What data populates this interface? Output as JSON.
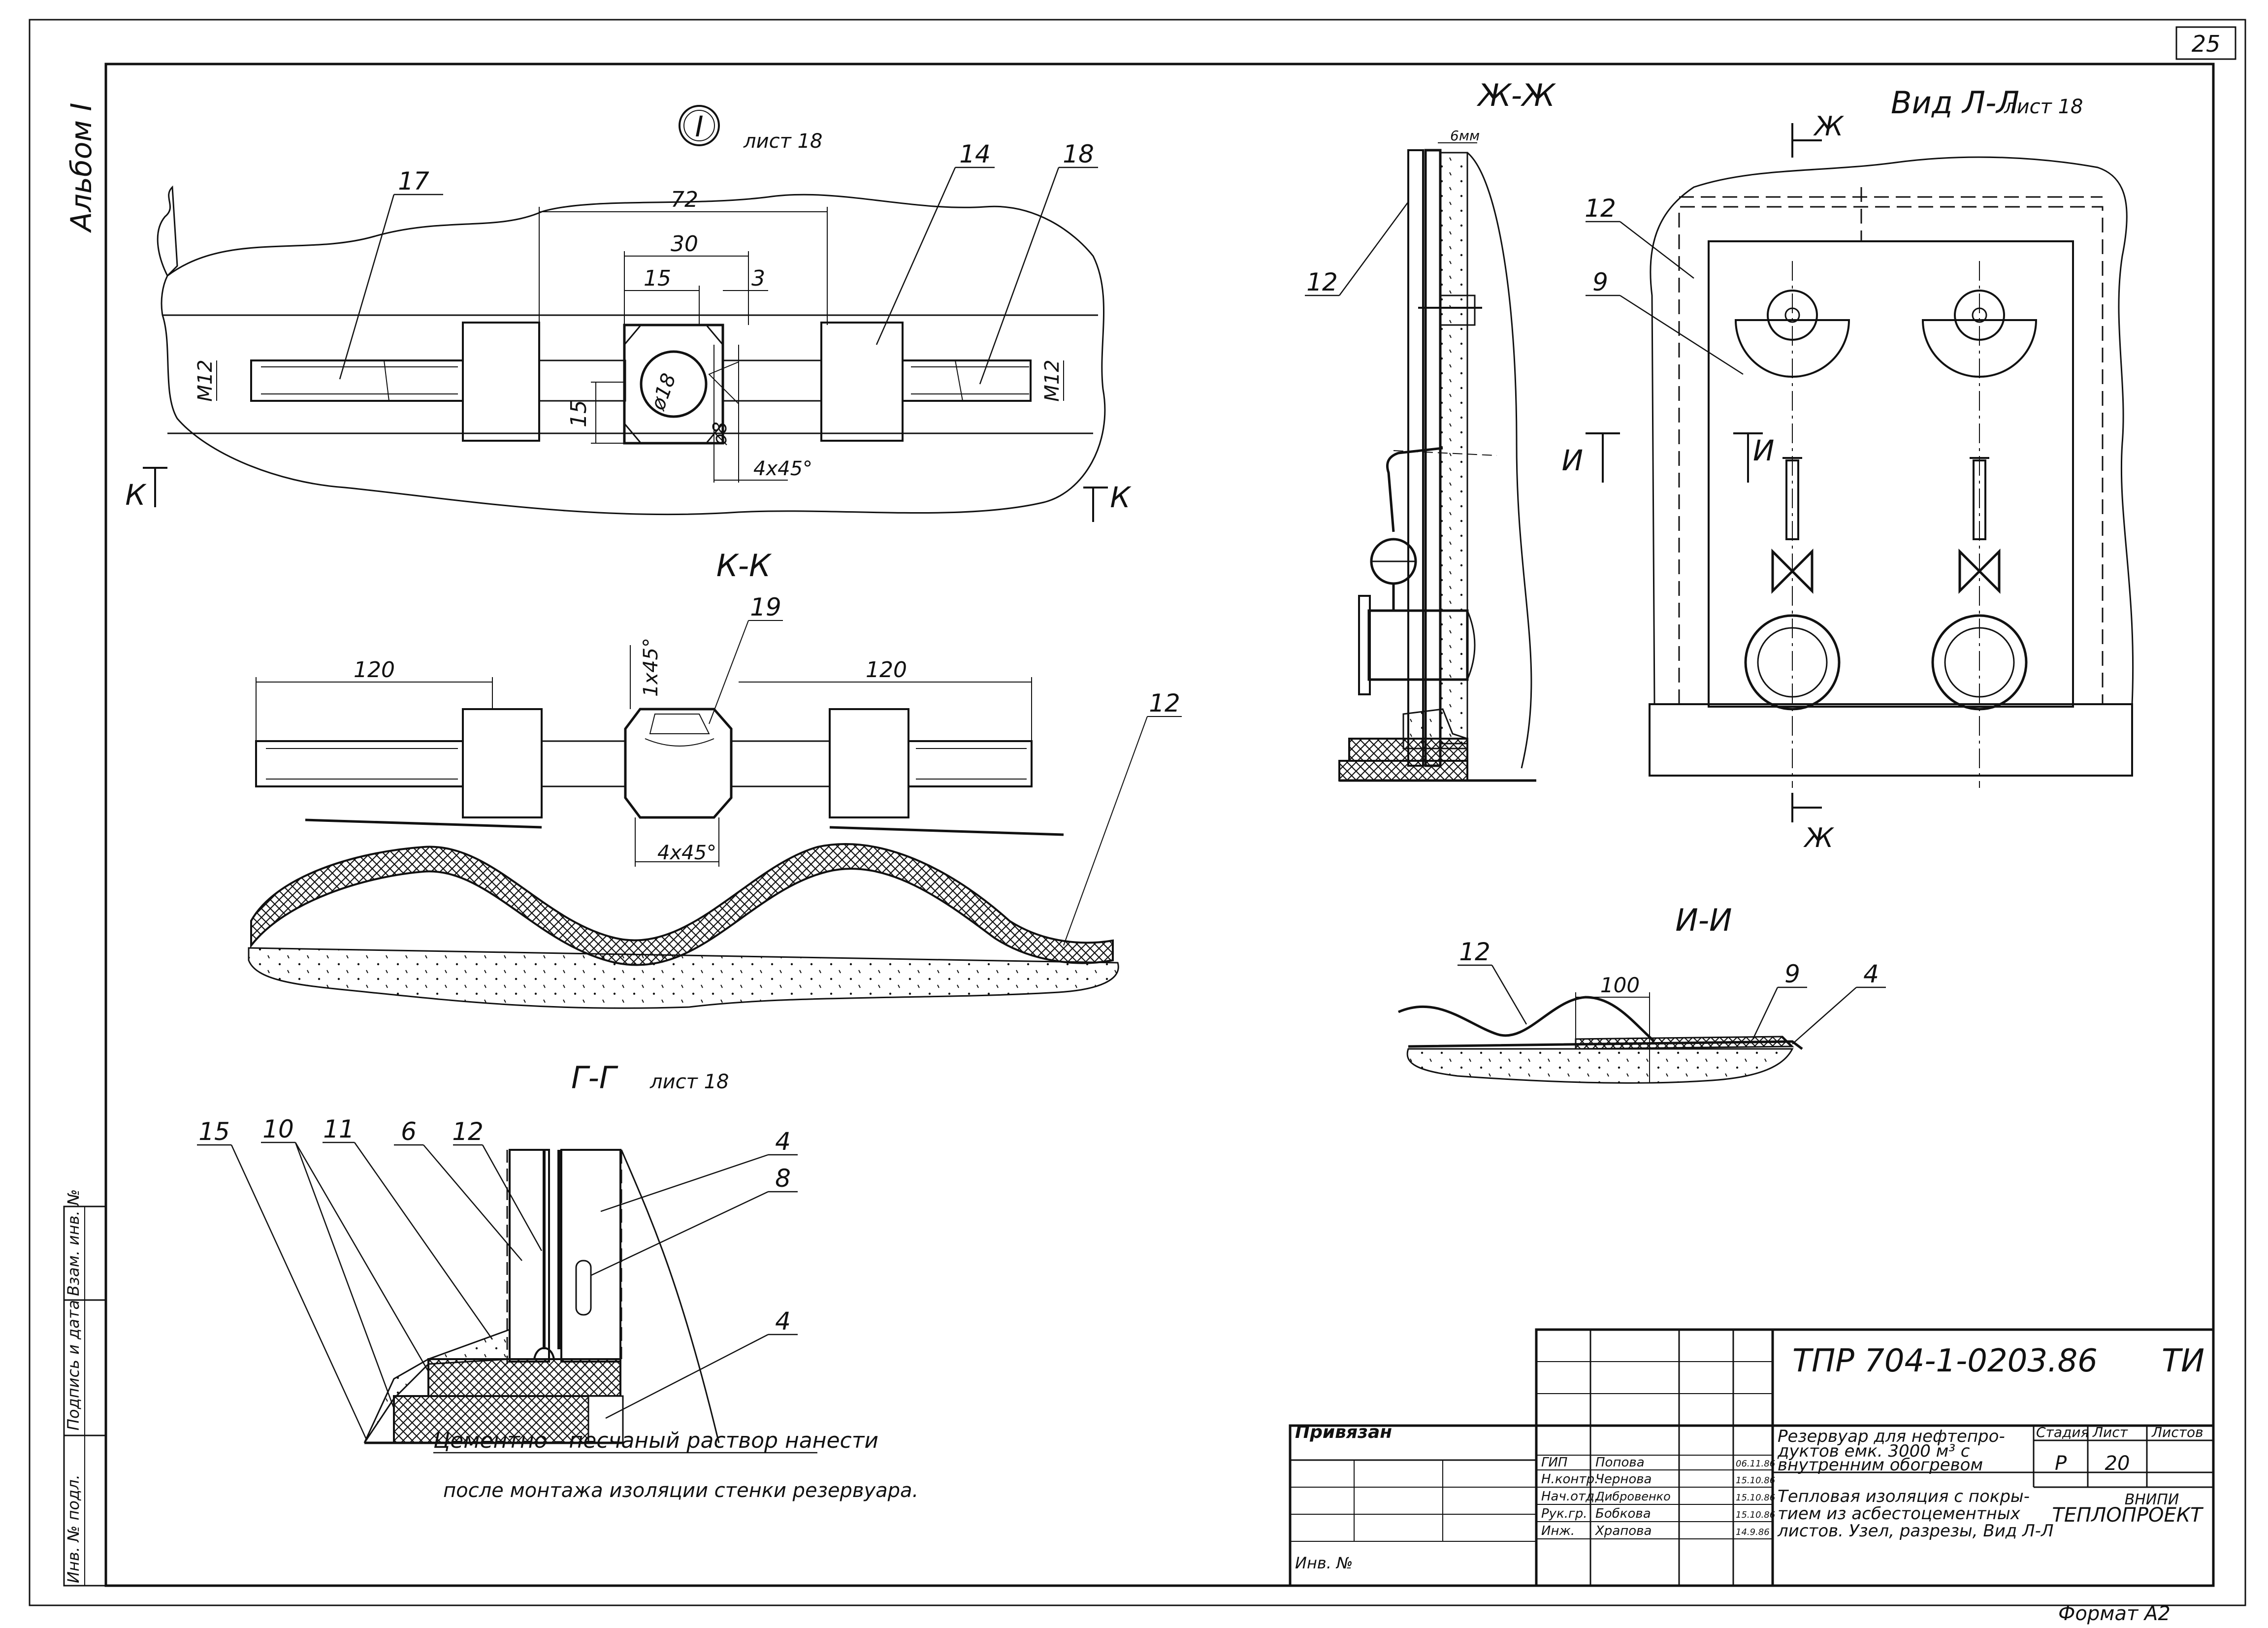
{
  "page": {
    "sheet_number": "25",
    "album_label": "Альбом I",
    "format_label": "Формат А2"
  },
  "view_i": {
    "callout": "I",
    "callout_ref": "лист 18",
    "dims": {
      "d72": "72",
      "d30": "30",
      "d15": "15",
      "d3": "3",
      "d15v": "15",
      "dia18": "ø18",
      "dia8": "ø8",
      "chamfer": "4x45°",
      "thread_left": "М12",
      "thread_right": "М12"
    },
    "positions": [
      "17",
      "14",
      "18"
    ],
    "section_mark": "К"
  },
  "section_kk": {
    "title": "К-К",
    "dims": {
      "d120a": "120",
      "d120b": "120",
      "chamfer_top": "1x45°",
      "chamfer_bot": "4x45°"
    },
    "positions": [
      "19",
      "12"
    ]
  },
  "section_gg": {
    "title": "Г-Г",
    "title_ref": "лист 18",
    "positions": [
      "15",
      "10",
      "11",
      "6",
      "12",
      "4",
      "8",
      "4"
    ],
    "note_line1": "Цементно - песчаный раствор нанести",
    "note_line2": "после монтажа изоляции стенки резервуара."
  },
  "section_zhzh": {
    "title": "Ж-Ж",
    "dim_top": "6мм",
    "positions": [
      "12"
    ]
  },
  "view_ll": {
    "title": "Вид Л-Л",
    "title_ref": "лист 18",
    "section_mark_top": "Ж",
    "section_mark_bot": "Ж",
    "section_mark_i_left": "И",
    "section_mark_i_right": "И",
    "positions": [
      "12",
      "9"
    ]
  },
  "section_ii": {
    "title": "И-И",
    "dim": "100",
    "positions": [
      "12",
      "9",
      "4"
    ]
  },
  "side_stamp": {
    "col1": "Инв. № подл.",
    "col2": "Подпись и дата",
    "col3": "Взам. инв. №"
  },
  "title_block": {
    "doc_code": "ТПР 704-1-0203.86",
    "doc_mark": "ТИ",
    "privyazan": "Привязан",
    "inv_no": "Инв. №",
    "roles": [
      {
        "role": "ГИП",
        "name": "Попова",
        "date": "06.11.86"
      },
      {
        "role": "Н.контр.",
        "name": "Чернова",
        "date": "15.10.86"
      },
      {
        "role": "Нач.отд.",
        "name": "Дибровенко",
        "date": "15.10.86"
      },
      {
        "role": "Рук.гр.",
        "name": "Бобкова",
        "date": "15.10.86"
      },
      {
        "role": "Инж.",
        "name": "Храпова",
        "date": "14.9.86"
      }
    ],
    "object_title": "Резервуар для нефтепродуктов емк. 3000 м³ с внутренним обогревом",
    "object_title_l1": "Резервуар для нефтепро-",
    "object_title_l2": "дуктов емк. 3000 м³ с",
    "object_title_l3": "внутренним обогревом",
    "sheet_title_l1": "Тепловая изоляция с покры-",
    "sheet_title_l2": "тием из асбестоцементных",
    "sheet_title_l3": "листов. Узел, разрезы, Вид Л-Л",
    "stage_hdr": "Стадия",
    "sheet_hdr": "Лист",
    "sheets_hdr": "Листов",
    "stage": "Р",
    "sheet": "20",
    "org_l1": "ВНИПИ",
    "org_l2": "ТЕПЛОПРОЕКТ"
  }
}
